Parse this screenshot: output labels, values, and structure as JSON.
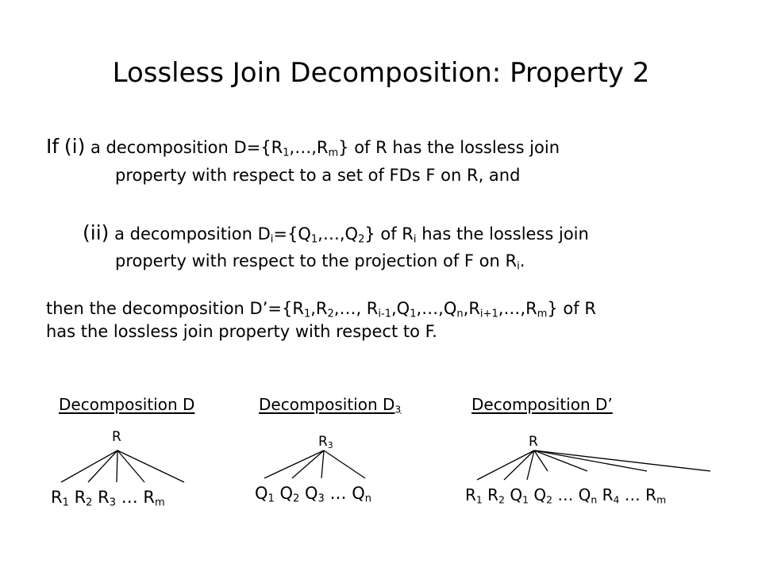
{
  "title": "Lossless Join Decomposition: Property 2",
  "cond1": {
    "if": "If",
    "label": "(i)",
    "line1": {
      "a": "a decomposition D={R",
      "s1": "1",
      "b": ",…,R",
      "s2": "m",
      "c": "} of R has the lossless join"
    },
    "line2": "property with respect to a set of FDs F on R, and"
  },
  "cond2": {
    "label": "(ii)",
    "line1": {
      "a": "a decomposition D",
      "s1": "i",
      "b": "={Q",
      "s2": "1",
      "c": ",…,Q",
      "s3": "2",
      "d": "} of R",
      "s4": "i",
      "e": " has the lossless join"
    },
    "line2": {
      "a": "property with respect to the projection of F on R",
      "s1": "i",
      "b": "."
    }
  },
  "conclusion": {
    "line1": {
      "t1": "then the decomposition D’={R",
      "s1": "1",
      "t2": ",R",
      "s2": "2",
      "t3": ",…, R",
      "s3": "i-1",
      "t4": ",Q",
      "s4": "1",
      "t5": ",…,Q",
      "s5": "n",
      "t6": ",R",
      "s6": "i+1",
      "t7": ",…,R",
      "s7": "m",
      "t8": "} of R"
    },
    "line2": "has the lossless join property with respect to F."
  },
  "diagrams": [
    {
      "caption": {
        "text": "Decomposition D",
        "sub": ""
      },
      "root": {
        "text": "R",
        "sub": ""
      },
      "leaves": [
        {
          "text": "R",
          "sub": "1"
        },
        {
          "text": "R",
          "sub": "2"
        },
        {
          "text": "R",
          "sub": "3"
        },
        {
          "text": "…",
          "sub": ""
        },
        {
          "text": "R",
          "sub": "m"
        }
      ]
    },
    {
      "caption": {
        "text": "Decomposition D",
        "sub": "3"
      },
      "root": {
        "text": "R",
        "sub": "3"
      },
      "leaves": [
        {
          "text": "Q",
          "sub": "1"
        },
        {
          "text": "Q",
          "sub": "2"
        },
        {
          "text": "Q",
          "sub": "3"
        },
        {
          "text": "…",
          "sub": ""
        },
        {
          "text": "Q",
          "sub": "n"
        }
      ]
    },
    {
      "caption": {
        "text": "Decomposition D’",
        "sub": ""
      },
      "root": {
        "text": "R",
        "sub": ""
      },
      "leaves": [
        {
          "text": "R",
          "sub": "1"
        },
        {
          "text": "R",
          "sub": "2"
        },
        {
          "text": "Q",
          "sub": "1"
        },
        {
          "text": "Q",
          "sub": "2"
        },
        {
          "text": "…",
          "sub": ""
        },
        {
          "text": "Q",
          "sub": "n"
        },
        {
          "text": "R",
          "sub": "4"
        },
        {
          "text": "…",
          "sub": ""
        },
        {
          "text": "R",
          "sub": "m"
        }
      ]
    }
  ]
}
